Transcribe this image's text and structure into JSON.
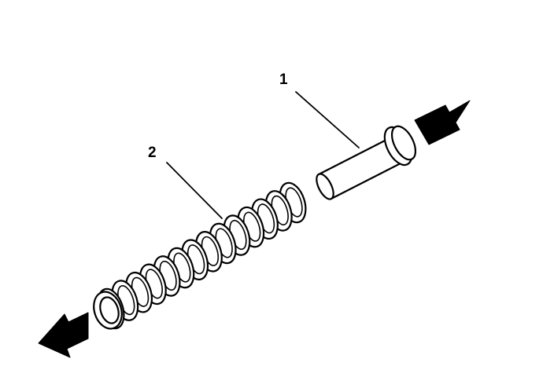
{
  "callouts": [
    {
      "id": "1",
      "label": "1",
      "part": "pin"
    },
    {
      "id": "2",
      "label": "2",
      "part": "spring"
    }
  ],
  "arrows": [
    {
      "direction": "up-right",
      "attached_to": "pin"
    },
    {
      "direction": "down-left",
      "attached_to": "spring"
    }
  ],
  "colors": {
    "line": "#000000",
    "fill": "#ffffff",
    "arrow": "#000000"
  }
}
